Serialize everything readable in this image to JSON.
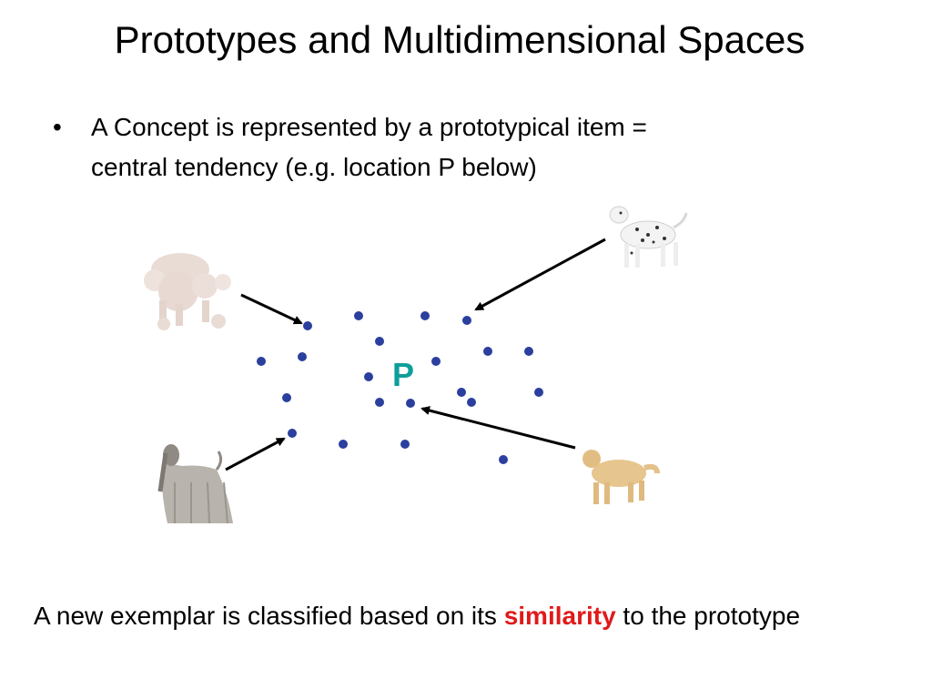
{
  "slide": {
    "title": "Prototypes and Multidimensional Spaces",
    "bullet_symbol": "•",
    "bullet_line1": "A Concept is represented by a prototypical item =",
    "bullet_line2": "central tendency (e.g. location P below)",
    "prototype_label": "P",
    "caption_before": "A new exemplar is classified based on its ",
    "caption_highlight": "similarity",
    "caption_after": " to the prototype",
    "colors": {
      "dot": "#2b3f9e",
      "prototype": "#0e9e9a",
      "highlight": "#e01a1a",
      "arrow": "#000000"
    },
    "dogs": [
      {
        "name": "poodle-image"
      },
      {
        "name": "dalmatian-image"
      },
      {
        "name": "afghan-hound-image"
      },
      {
        "name": "golden-retriever-image"
      }
    ]
  }
}
